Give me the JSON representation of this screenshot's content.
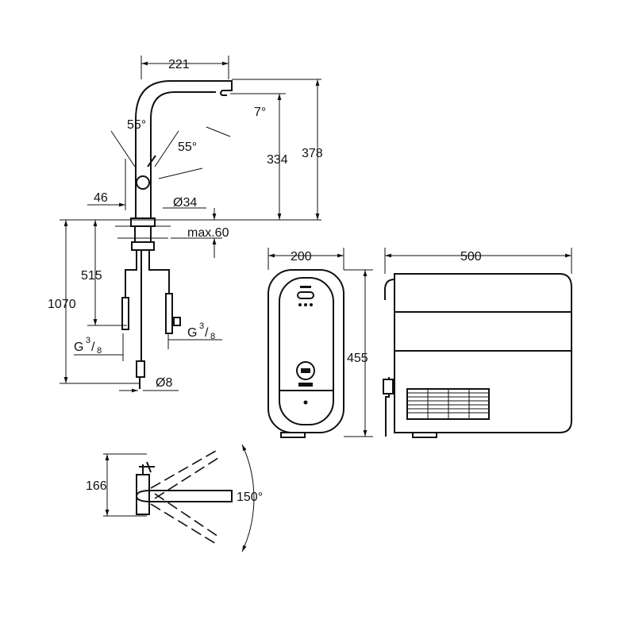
{
  "drawing": {
    "faucet_front": {
      "spout_reach": "221",
      "height_total": "378",
      "height_outlet": "334",
      "spout_tilt": "7°",
      "lever_angle_top": "55°",
      "lever_angle_side": "55°",
      "offset": "46",
      "base_diameter": "Ø34",
      "max_counter_thickness": "max.60",
      "hose_length_inner": "515",
      "hose_length_total": "1070",
      "connection_left": {
        "g": "G",
        "num": "3",
        "den": "8"
      },
      "connection_right": {
        "g": "G",
        "num": "3",
        "den": "8"
      },
      "tube_diameter": "Ø8"
    },
    "cooler_front": {
      "width": "200",
      "height": "455"
    },
    "cooler_side": {
      "depth": "500"
    },
    "faucet_top": {
      "depth": "166",
      "swivel_angle": "150°"
    }
  }
}
